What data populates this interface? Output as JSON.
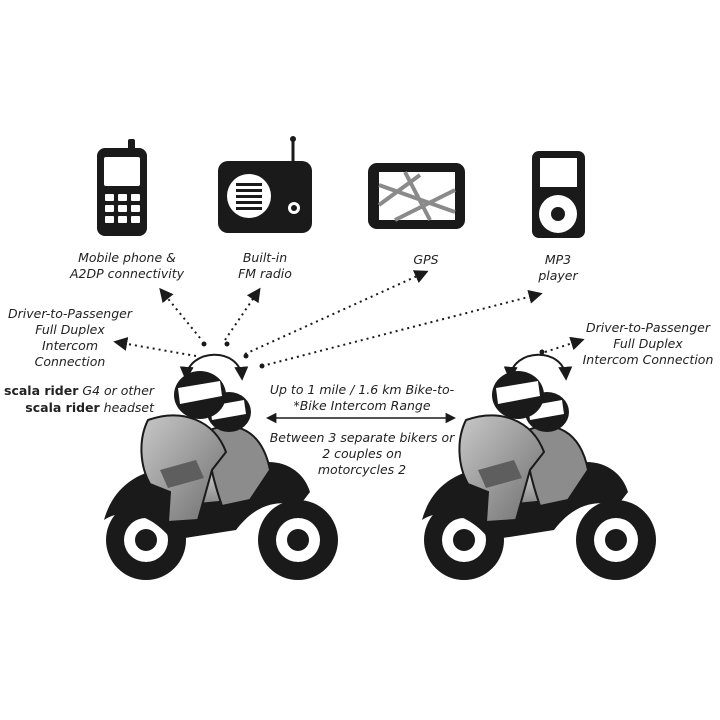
{
  "devices": {
    "phone": {
      "line1": "Mobile phone &",
      "line2": "A2DP connectivity",
      "icon": "mobile-phone-icon"
    },
    "radio": {
      "line1": "Built-in",
      "line2": "FM radio",
      "icon": "radio-icon"
    },
    "gps": {
      "line1": "GPS",
      "icon": "gps-icon"
    },
    "mp3": {
      "line1": "MP3",
      "line2": "player",
      "icon": "mp3-player-icon"
    }
  },
  "intercom_left": {
    "line1": "Driver-to-Passenger",
    "line2": "Full Duplex",
    "line3": "Intercom",
    "line4": "Connection"
  },
  "intercom_right": {
    "line1": "Driver-to-Passenger",
    "line2": "Full Duplex",
    "line3": "Intercom Connection"
  },
  "headset": {
    "brand1": "scala rider",
    "suffix1": " G4 or other",
    "brand2": "scala rider",
    "suffix2": " headset"
  },
  "range": {
    "line1": "Up to 1 mile / 1.6 km Bike-to-",
    "line2": "*Bike Intercom Range"
  },
  "bikers": {
    "line1": "Between 3 separate bikers or",
    "line2": "2 couples on",
    "line3": "motorcycles 2"
  },
  "colors": {
    "ink": "#1a1a1a",
    "body_gray": "#9a9a9a",
    "text": "#222222"
  }
}
